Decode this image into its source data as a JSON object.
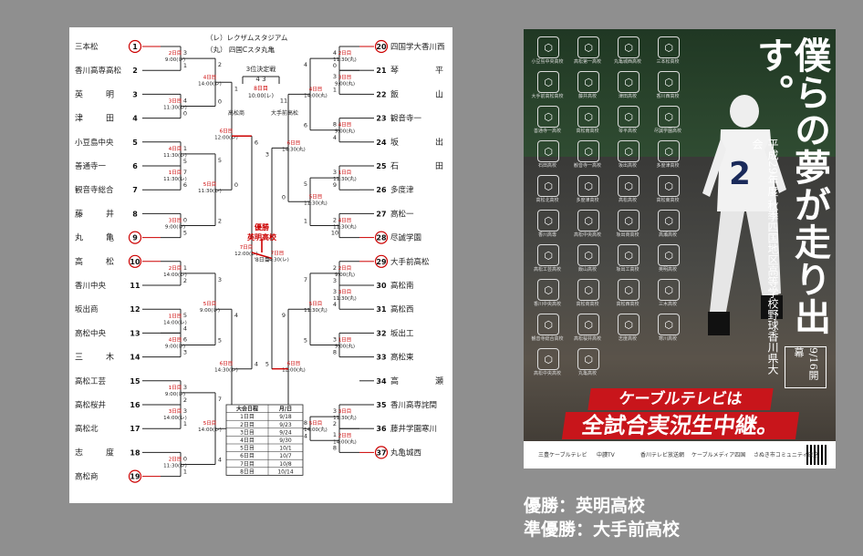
{
  "bracket": {
    "venue_re": "（レ）レクザムスタジアム",
    "venue_maru": "（丸） 四国Cスタ丸亀",
    "third_place_label": "3位決定戦",
    "third_score": "4 3",
    "third_date": "8日目",
    "third_time": "10:00(レ)",
    "semi_left_team": "高松商",
    "semi_right_team": "大手前高松",
    "champion_label": "優勝",
    "champion_team": "英明高校",
    "final_date": "'8日目",
    "left_teams": [
      {
        "no": "1",
        "name": "三本松",
        "circled": true
      },
      {
        "no": "2",
        "name": "香川高専高松",
        "circled": false
      },
      {
        "no": "3",
        "name": "英明",
        "circled": false
      },
      {
        "no": "4",
        "name": "津田",
        "circled": false
      },
      {
        "no": "5",
        "name": "小豆島中央",
        "circled": false
      },
      {
        "no": "6",
        "name": "善通寺一",
        "circled": false
      },
      {
        "no": "7",
        "name": "観音寺総合",
        "circled": false
      },
      {
        "no": "8",
        "name": "藤井",
        "circled": false
      },
      {
        "no": "9",
        "name": "丸亀",
        "circled": true
      },
      {
        "no": "10",
        "name": "高松",
        "circled": true
      },
      {
        "no": "11",
        "name": "香川中央",
        "circled": false
      },
      {
        "no": "12",
        "name": "坂出商",
        "circled": false
      },
      {
        "no": "13",
        "name": "高松中央",
        "circled": false
      },
      {
        "no": "14",
        "name": "三木",
        "circled": false
      },
      {
        "no": "15",
        "name": "高松工芸",
        "circled": false
      },
      {
        "no": "16",
        "name": "高松桜井",
        "circled": false
      },
      {
        "no": "17",
        "name": "高松北",
        "circled": false
      },
      {
        "no": "18",
        "name": "志度",
        "circled": false
      },
      {
        "no": "19",
        "name": "高松商",
        "circled": true
      }
    ],
    "right_teams": [
      {
        "no": "20",
        "name": "四国学大香川西",
        "circled": true
      },
      {
        "no": "21",
        "name": "琴平",
        "circled": false
      },
      {
        "no": "22",
        "name": "飯山",
        "circled": false
      },
      {
        "no": "23",
        "name": "観音寺一",
        "circled": false
      },
      {
        "no": "24",
        "name": "坂出",
        "circled": false
      },
      {
        "no": "25",
        "name": "石田",
        "circled": false
      },
      {
        "no": "26",
        "name": "多度津",
        "circled": false
      },
      {
        "no": "27",
        "name": "高松一",
        "circled": false
      },
      {
        "no": "28",
        "name": "尽誠学園",
        "circled": true
      },
      {
        "no": "29",
        "name": "大手前高松",
        "circled": true
      },
      {
        "no": "30",
        "name": "高松南",
        "circled": false
      },
      {
        "no": "31",
        "name": "高松西",
        "circled": false
      },
      {
        "no": "32",
        "name": "坂出工",
        "circled": false
      },
      {
        "no": "33",
        "name": "高松東",
        "circled": false
      },
      {
        "no": "34",
        "name": "高瀬",
        "circled": false
      },
      {
        "no": "35",
        "name": "香川高専詫間",
        "circled": false
      },
      {
        "no": "36",
        "name": "藤井学園寒川",
        "circled": false
      },
      {
        "no": "37",
        "name": "丸亀城西",
        "circled": true
      }
    ],
    "schedule": {
      "headers": [
        "大会日程",
        "月/日"
      ],
      "rows": [
        [
          "1日目",
          "9/18"
        ],
        [
          "2日目",
          "9/23"
        ],
        [
          "3日目",
          "9/24"
        ],
        [
          "4日目",
          "9/30"
        ],
        [
          "5日目",
          "10/1"
        ],
        [
          "6日目",
          "10/7"
        ],
        [
          "7日目",
          "10/8"
        ],
        [
          "8日目",
          "10/14"
        ]
      ]
    },
    "left_r1_games": [
      {
        "day": "2日目",
        "time": "9:00(レ)",
        "s1": "3",
        "s2": "1"
      },
      {
        "day": "3日目",
        "time": "11:30(レ)",
        "s1": "4",
        "s2": "0"
      },
      {
        "day": "4日目",
        "time": "11:30(レ)",
        "s1": "1",
        "s2": "5"
      },
      {
        "day": "1日目",
        "time": "11:30(レ)",
        "s1": "7",
        "s2": "6"
      },
      {
        "day": "3日目",
        "time": "9:00(レ)",
        "s1": "0",
        "s2": "5"
      },
      {
        "day": "2日目",
        "time": "14:00(レ)",
        "s1": "1",
        "s2": "2"
      },
      {
        "day": "1日目",
        "time": "14:00(レ)",
        "s1": "5",
        "s2": "4"
      },
      {
        "day": "4日目",
        "time": "9:00(レ)",
        "s1": "6",
        "s2": "3"
      },
      {
        "day": "1日目",
        "time": "9:00(レ)",
        "s1": "3",
        "s2": "2"
      },
      {
        "day": "3日目",
        "time": "14:00(レ)",
        "s1": "3",
        "s2": "1"
      },
      {
        "day": "2日目",
        "time": "11:30(レ)",
        "s1": "0",
        "s2": "1"
      }
    ],
    "left_r2_games": [
      {
        "day": "4日目",
        "time": "14:00(レ)",
        "s1": "2",
        "s2": "0"
      },
      {
        "day": "5日目",
        "time": "11:30(レ)",
        "s1": "5",
        "s2": "2"
      },
      {
        "day": "5日目",
        "time": "9:00(レ)",
        "s1": "3",
        "s2": "5"
      },
      {
        "day": "5日目",
        "time": "14:00(レ)",
        "s1": "7",
        "s2": "4"
      }
    ],
    "left_r3_games": [
      {
        "day": "6日目",
        "time": "12:00(レ)",
        "s1": "1",
        "s2": "0"
      },
      {
        "day": "6日目",
        "time": "14:30(レ)",
        "s1": "4",
        "s2": "8"
      }
    ],
    "left_sf": {
      "day": "7日目",
      "time": "12:00(レ)",
      "s1": "6",
      "s2": "4"
    },
    "right_sf": {
      "day": "7日目",
      "time": "14:30(レ)",
      "s1": "3",
      "s2": "5"
    },
    "right_r3_games": [
      {
        "day": "6日目",
        "time": "14:30(丸)",
        "s1": "11",
        "s2": "0"
      },
      {
        "day": "6日目",
        "time": "12:00(丸)",
        "s1": "9",
        "s2": "3"
      }
    ],
    "right_r2_games": [
      {
        "day": "4日目",
        "time": "14:00(丸)",
        "s1": "4",
        "s2": "6"
      },
      {
        "day": "5日目",
        "time": "11:30(丸)",
        "s1": "5",
        "s2": "1"
      },
      {
        "day": "5日目",
        "time": "11:30(丸)",
        "s1": "7",
        "s2": "5"
      },
      {
        "day": "5日目",
        "time": "14:00(丸)",
        "s1": "8",
        "s2": "4"
      }
    ],
    "right_r1_games": [
      {
        "day": "2日目",
        "time": "11:30(丸)",
        "s1": "4",
        "s2": "0"
      },
      {
        "day": "3日目",
        "time": "9:00(丸)",
        "s1": "3",
        "s2": "1"
      },
      {
        "day": "4日目",
        "time": "9:00(丸)",
        "s1": "8",
        "s2": "4"
      },
      {
        "day": "1日目",
        "time": "11:30(丸)",
        "s1": "3",
        "s2": "9"
      },
      {
        "day": "4日目",
        "time": "11:30(丸)",
        "s1": "2",
        "s2": "10"
      },
      {
        "day": "2日目",
        "time": "9:00(丸)",
        "s1": "2",
        "s2": "3"
      },
      {
        "day": "3日目",
        "time": "11:30(丸)",
        "s1": "3",
        "s2": "4"
      },
      {
        "day": "1日目",
        "time": "9:00(丸)",
        "s1": "3",
        "s2": "8"
      },
      {
        "day": "3日目",
        "time": "11:30(丸)",
        "s1": "3",
        "s2": "2"
      },
      {
        "day": "2日目",
        "time": "14:00(丸)",
        "s1": "1",
        "s2": "8"
      }
    ]
  },
  "poster": {
    "headline": "僕らの夢が走り出す。",
    "subtitle": "平成29年度 秋季四国地区高等学校野球香川県大会",
    "open_date": "9/16開幕",
    "banner_top": "ケーブルテレビは",
    "banner_main": "全試合実況生中継。",
    "player_number": "2",
    "schools": [
      "小豆島中央高校",
      "高松第一高校",
      "丸亀城西高校",
      "三本松高校",
      "大手前高松高校",
      "藤井高校",
      "津田高校",
      "香川西高校",
      "善通寺一高校",
      "高松南高校",
      "琴平高校",
      "尽誠学園高校",
      "石田高校",
      "観音寺一高校",
      "坂出高校",
      "多度津高校",
      "高松北高校",
      "多度津高校",
      "高松高校",
      "高松東高校",
      "香川高専",
      "高松中央高校",
      "坂出商高校",
      "高瀬高校",
      "高松工芸高校",
      "飯山高校",
      "坂出工高校",
      "英明高校",
      "香川中央高校",
      "高松商高校",
      "高松西高校",
      "三木高校",
      "観音寺総合高校",
      "高松桜井高校",
      "志度高校",
      "寒川高校",
      "高松中央高校",
      "丸亀高校"
    ],
    "sponsors": [
      "三豊ケーブルテレビ",
      "中讃TV",
      "香川テレビ放送網",
      "ケーブルメディア四国",
      "さぬき市コミュニティ放送"
    ]
  },
  "result": {
    "winner": "優勝：英明高校",
    "runner_up": "準優勝：大手前高校"
  }
}
